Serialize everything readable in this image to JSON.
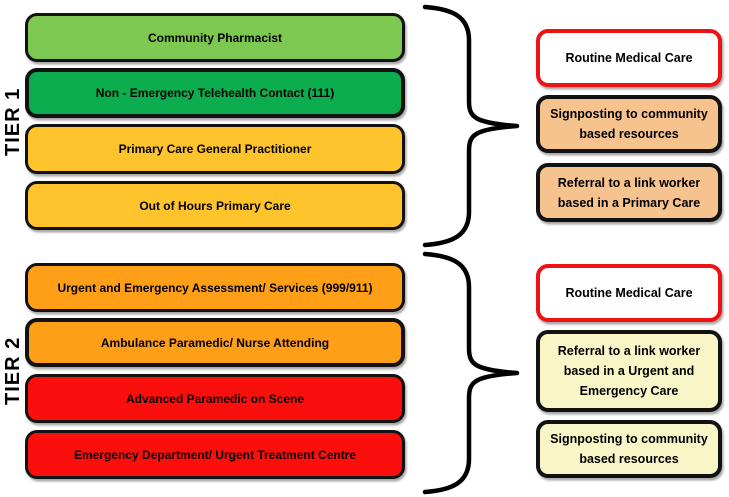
{
  "diagram": {
    "tier1": {
      "label": "TIER 1",
      "boxes": [
        {
          "text": "Community Pharmacist",
          "color": "#7DC850"
        },
        {
          "text": "Non - Emergency Telehealth Contact (111)",
          "color": "#0CAD4E"
        },
        {
          "text": "Primary Care General Practitioner",
          "color": "#FFC42B"
        },
        {
          "text": "Out of Hours Primary Care",
          "color": "#FFC42B"
        }
      ],
      "outcomes": [
        {
          "text": "Routine Medical Care",
          "color": "#FFFFFF",
          "border": "#EE1212"
        },
        {
          "text": "Signposting to community\nbased resources",
          "color": "#F6C38E",
          "border": "#121212"
        },
        {
          "text": "Referral to a link worker\nbased in a Primary Care",
          "color": "#F6C38E",
          "border": "#121212"
        }
      ]
    },
    "tier2": {
      "label": "TIER 2",
      "boxes": [
        {
          "text": "Urgent and Emergency Assessment/ Services (999/911)",
          "color": "#FF9E17"
        },
        {
          "text": "Ambulance Paramedic/ Nurse Attending",
          "color": "#FF9E17"
        },
        {
          "text": "Advanced Paramedic on Scene",
          "color": "#FB0F0C"
        },
        {
          "text": "Emergency Department/ Urgent Treatment Centre",
          "color": "#FB0F0C"
        }
      ],
      "outcomes": [
        {
          "text": "Routine Medical Care",
          "color": "#FFFFFF",
          "border": "#EE1212"
        },
        {
          "text": "Referral to a link worker\nbased in a Urgent and\nEmergency Care",
          "color": "#F8F6C7",
          "border": "#121212"
        },
        {
          "text": "Signposting to community\nbased resources",
          "color": "#F8F6C7",
          "border": "#121212"
        }
      ]
    }
  }
}
